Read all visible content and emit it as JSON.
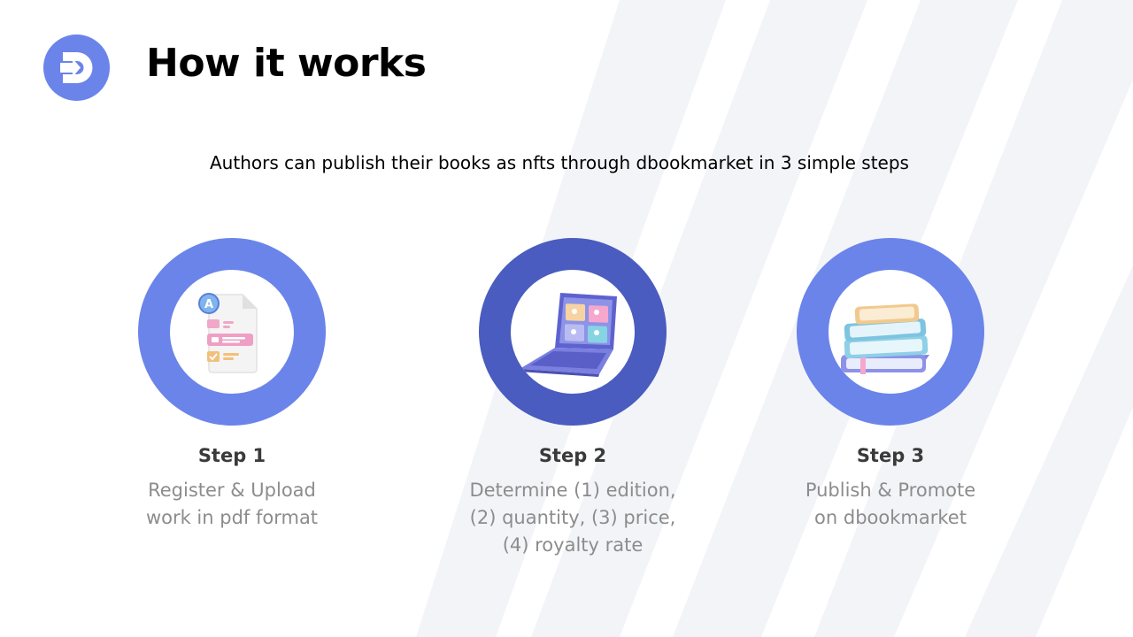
{
  "header": {
    "title": "How it works",
    "logo_icon": "dbookmarket-logo-icon"
  },
  "intro": {
    "text": "Authors can publish their books as nfts through dbookmarket  in 3 simple steps"
  },
  "steps": [
    {
      "title": "Step 1",
      "description_lines": [
        "Register & Upload",
        "work in pdf format"
      ],
      "icon": "document-form-icon",
      "ring_color": "#6b84ea"
    },
    {
      "title": "Step 2",
      "description_lines": [
        "Determine (1) edition,",
        "(2) quantity, (3) price,",
        "(4) royalty rate"
      ],
      "icon": "laptop-icon",
      "ring_color": "#4a5cbf"
    },
    {
      "title": "Step 3",
      "description_lines": [
        "Publish & Promote",
        "on dbookmarket"
      ],
      "icon": "book-stack-icon",
      "ring_color": "#6b84ea"
    }
  ],
  "colors": {
    "brand": "#6b84ea",
    "accent_dark": "#4a5cbf",
    "background_stroke": "#eef0f5"
  }
}
